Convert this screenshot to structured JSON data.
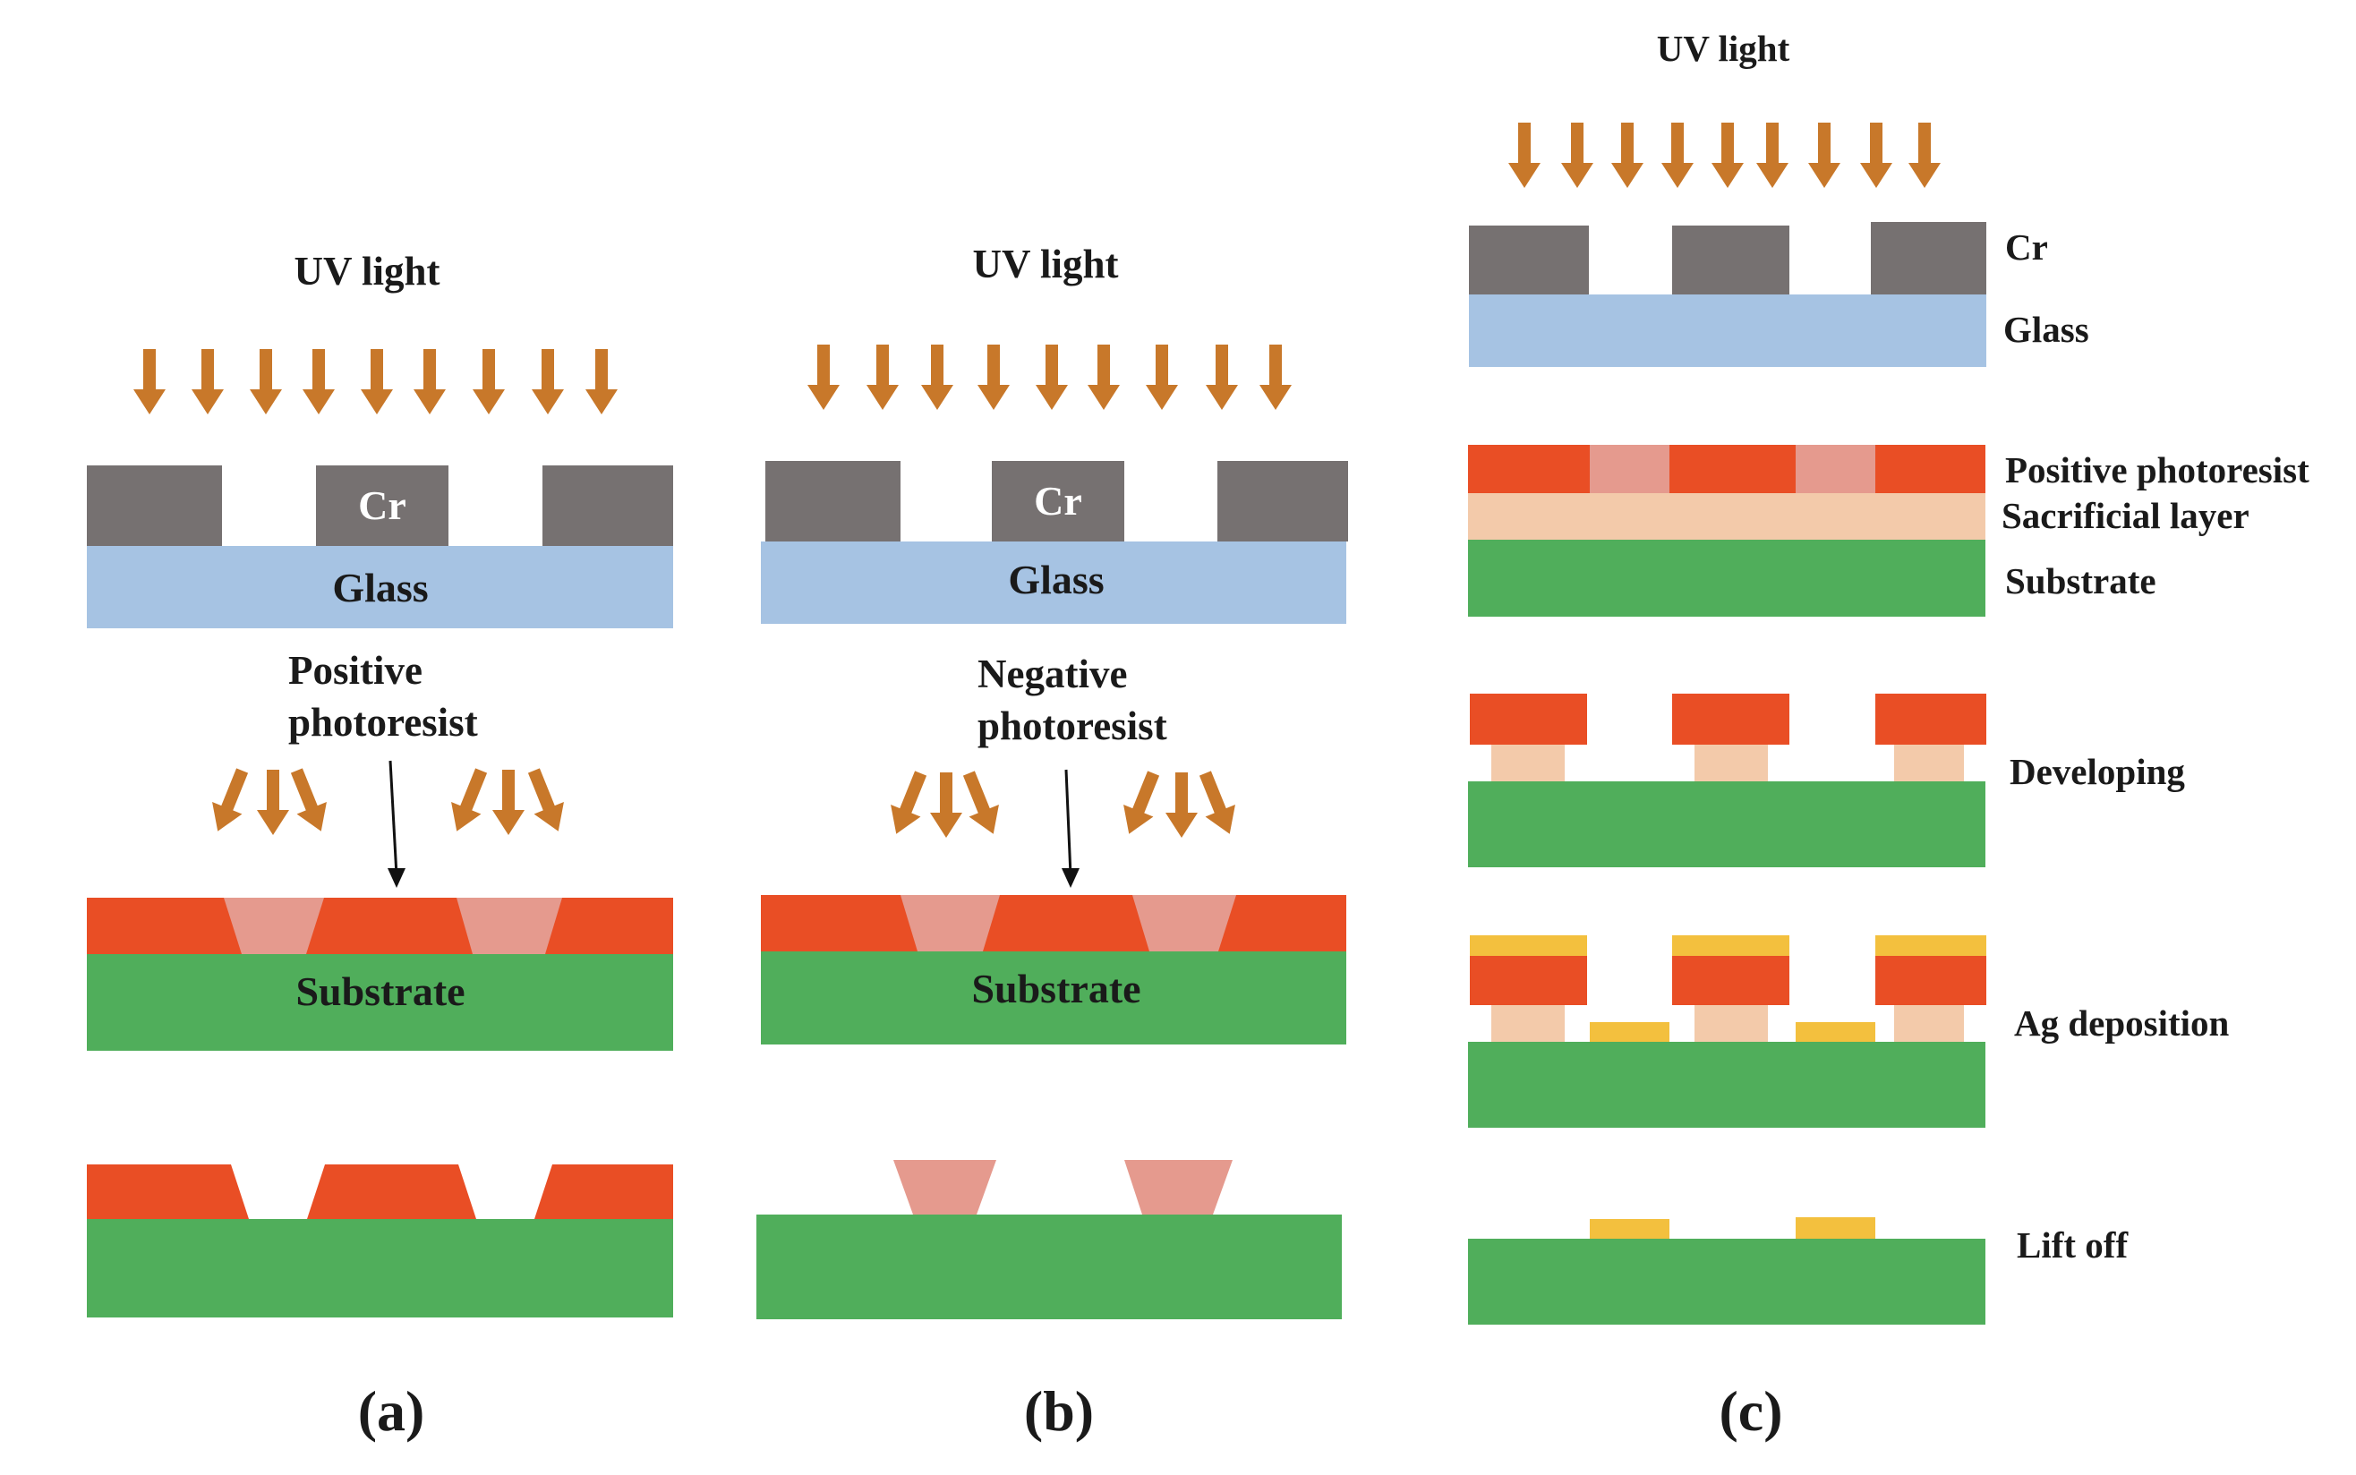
{
  "colors": {
    "uv_arrow": "#C8782A",
    "chromium": "#767171",
    "glass": "#A6C3E3",
    "photoresist": "#E94E25",
    "exposed_resist": "#E59A8E",
    "substrate": "#50AE5B",
    "sacrificial": "#F3CAAA",
    "silver": "#F3C03E"
  },
  "panel_a": {
    "uv_label": "UV light",
    "cr_label": "Cr",
    "glass_label": "Glass",
    "resist_label_1": "Positive",
    "resist_label_2": "photoresist",
    "substrate_label": "Substrate",
    "caption": "(a)"
  },
  "panel_b": {
    "uv_label": "UV light",
    "cr_label": "Cr",
    "glass_label": "Glass",
    "resist_label_1": "Negative",
    "resist_label_2": "photoresist",
    "substrate_label": "Substrate",
    "caption": "(b)"
  },
  "panel_c": {
    "uv_label": "UV light",
    "cr_label": "Cr",
    "glass_label": "Glass",
    "positive_photoresist_label": "Positive photoresist",
    "sacrificial_layer_label": "Sacrificial layer",
    "substrate_label": "Substrate",
    "developing_label": "Developing",
    "ag_deposition_label": "Ag deposition",
    "lift_off_label": "Lift off",
    "caption": "(c)"
  }
}
